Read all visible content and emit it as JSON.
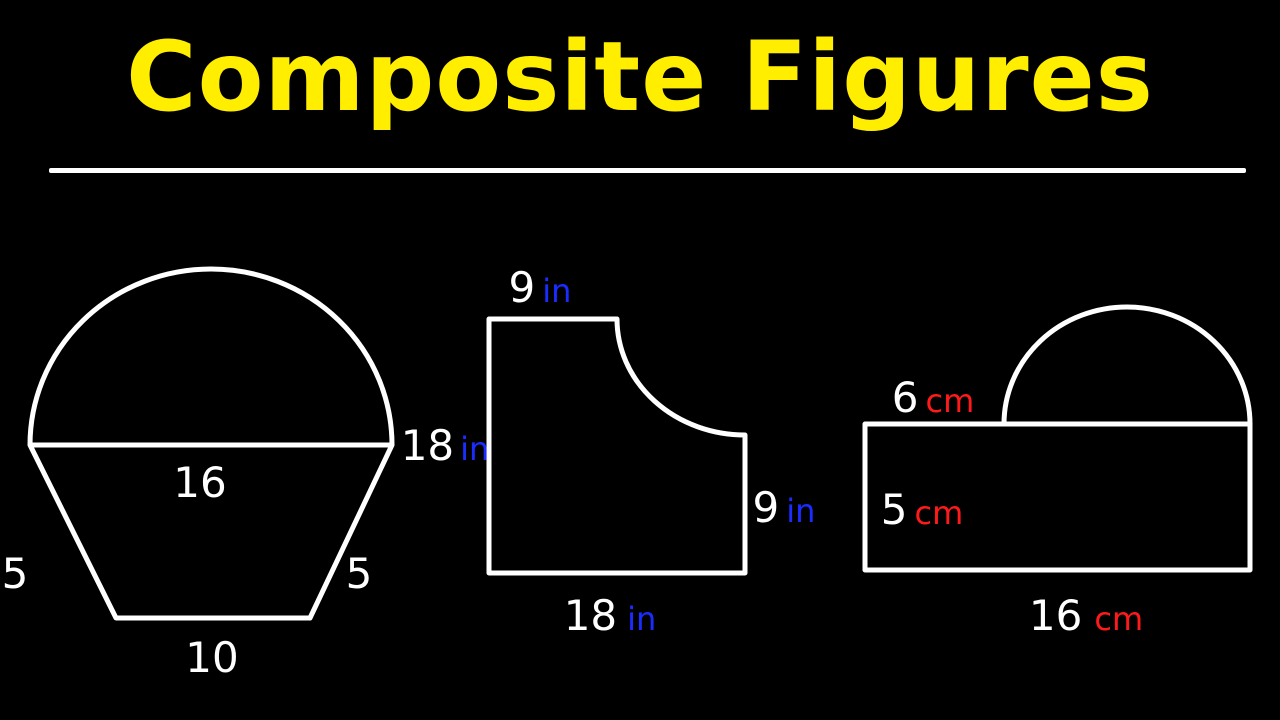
{
  "title": "Composite Figures",
  "colors": {
    "background": "#000000",
    "title": "#ffee00",
    "rule": "#ffffff",
    "figure_stroke": "#ffffff",
    "number_text": "#ffffff",
    "unit_inches": "#1a2cff",
    "unit_cm": "#ff1a1a"
  },
  "figure1": {
    "diameter_label": "16",
    "left_side_label": "5",
    "right_side_label": "5",
    "bottom_label": "10"
  },
  "figure2": {
    "top_number": "9",
    "top_unit": "in",
    "left_number": "18",
    "left_unit": "in",
    "right_number": "9",
    "right_unit": "in",
    "bottom_number": "18",
    "bottom_unit": "in"
  },
  "figure3": {
    "top_number": "6",
    "top_unit": "cm",
    "left_number": "5",
    "left_unit": "cm",
    "bottom_number": "16",
    "bottom_unit": "cm"
  }
}
